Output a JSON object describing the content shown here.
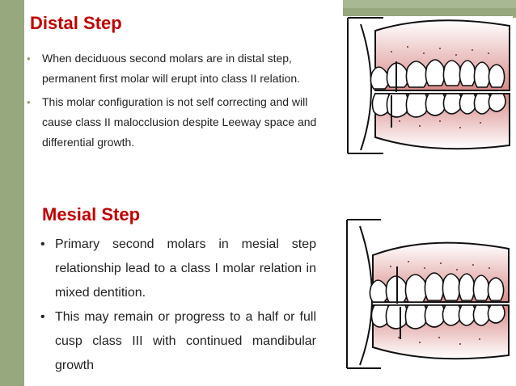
{
  "distal": {
    "title": "Distal Step",
    "bullets": [
      "When deciduous second molars are in distal step, permanent first molar will erupt into class II relation.",
      "This molar configuration is not self correcting and will cause class II malocclusion despite Leeway space and differential growth."
    ]
  },
  "mesial": {
    "title": "Mesial Step",
    "bullets": [
      "Primary second molars in mesial step relationship lead to a class I molar relation in mixed dentition.",
      "This may remain or progress to a half or full cusp class III with continued mandibular growth"
    ]
  },
  "colors": {
    "heading": "#c00000",
    "accent_bar": "#97a77e",
    "gum": "#d98b8b"
  },
  "figures": [
    {
      "icon": "dentition-distal-step-illustration"
    },
    {
      "icon": "dentition-mesial-step-illustration"
    }
  ]
}
